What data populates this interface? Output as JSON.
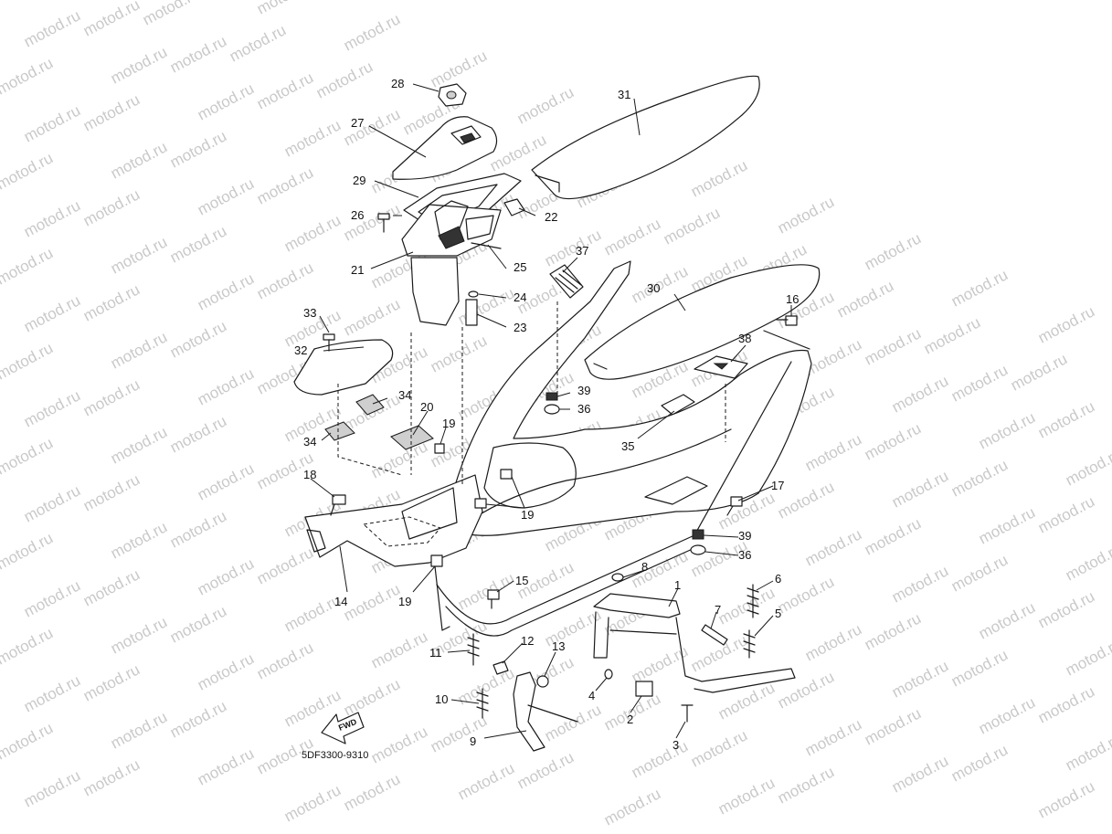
{
  "watermark": "motod.ru",
  "diagram_code": "5DF3300-9310",
  "fwd_label": "FWD",
  "callouts": [
    {
      "id": "c1",
      "text": "1"
    },
    {
      "id": "c2",
      "text": "2"
    },
    {
      "id": "c3",
      "text": "3"
    },
    {
      "id": "c4",
      "text": "4"
    },
    {
      "id": "c5",
      "text": "5"
    },
    {
      "id": "c6",
      "text": "6"
    },
    {
      "id": "c7",
      "text": "7"
    },
    {
      "id": "c8",
      "text": "8"
    },
    {
      "id": "c9",
      "text": "9"
    },
    {
      "id": "c10",
      "text": "10"
    },
    {
      "id": "c11",
      "text": "11"
    },
    {
      "id": "c12",
      "text": "12"
    },
    {
      "id": "c13",
      "text": "13"
    },
    {
      "id": "c14",
      "text": "14"
    },
    {
      "id": "c15",
      "text": "15"
    },
    {
      "id": "c16",
      "text": "16"
    },
    {
      "id": "c17",
      "text": "17"
    },
    {
      "id": "c18",
      "text": "18"
    },
    {
      "id": "c19a",
      "text": "19"
    },
    {
      "id": "c19b",
      "text": "19"
    },
    {
      "id": "c19c",
      "text": "19"
    },
    {
      "id": "c20",
      "text": "20"
    },
    {
      "id": "c21",
      "text": "21"
    },
    {
      "id": "c22",
      "text": "22"
    },
    {
      "id": "c23",
      "text": "23"
    },
    {
      "id": "c24",
      "text": "24"
    },
    {
      "id": "c25",
      "text": "25"
    },
    {
      "id": "c26",
      "text": "26"
    },
    {
      "id": "c27",
      "text": "27"
    },
    {
      "id": "c28",
      "text": "28"
    },
    {
      "id": "c29",
      "text": "29"
    },
    {
      "id": "c30",
      "text": "30"
    },
    {
      "id": "c31",
      "text": "31"
    },
    {
      "id": "c32",
      "text": "32"
    },
    {
      "id": "c33",
      "text": "33"
    },
    {
      "id": "c34a",
      "text": "34"
    },
    {
      "id": "c34b",
      "text": "34"
    },
    {
      "id": "c35",
      "text": "35"
    },
    {
      "id": "c36a",
      "text": "36"
    },
    {
      "id": "c36b",
      "text": "36"
    },
    {
      "id": "c37",
      "text": "37"
    },
    {
      "id": "c38",
      "text": "38"
    },
    {
      "id": "c39a",
      "text": "39"
    },
    {
      "id": "c39b",
      "text": "39"
    }
  ]
}
